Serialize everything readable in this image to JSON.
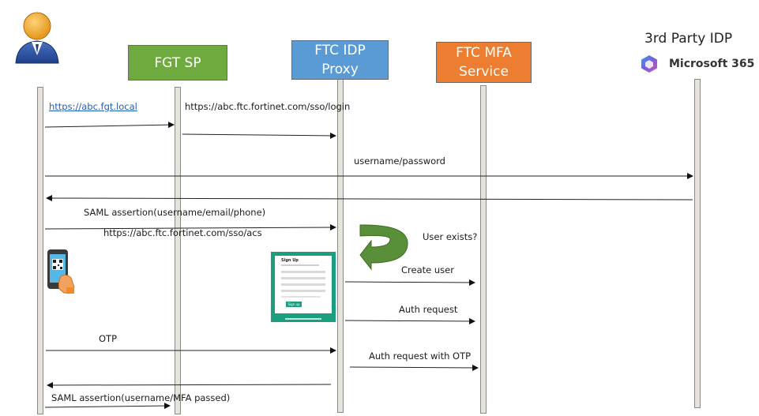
{
  "participants": {
    "fgt_sp": "FGT SP",
    "ftc_idp_proxy": "FTC IDP Proxy",
    "ftc_mfa_service": "FTC MFA Service",
    "third_party_idp": "3rd Party IDP",
    "microsoft_365": "Microsoft 365"
  },
  "messages": {
    "m1": "https://abc.fgt.local",
    "m2": "https://abc.ftc.fortinet.com/sso/login",
    "m3": "username/password",
    "m4": "SAML assertion(username/email/phone)",
    "m5": "https://abc.ftc.fortinet.com/sso/acs",
    "m6": "User exists?",
    "m7": "Create user",
    "m8": "Auth request",
    "m9": "OTP",
    "m10": "Auth request with OTP",
    "m11": "SAML assertion(username/MFA passed)"
  },
  "signup_form": {
    "title": "Sign Up",
    "button": "Sign up"
  },
  "colors": {
    "fgt_sp": "#6faa3e",
    "ftc_idp_proxy": "#5b9bd5",
    "ftc_mfa_service": "#ed7d31",
    "form_border": "#1a9e7e",
    "loop_arrow": "#5a8f3a"
  }
}
